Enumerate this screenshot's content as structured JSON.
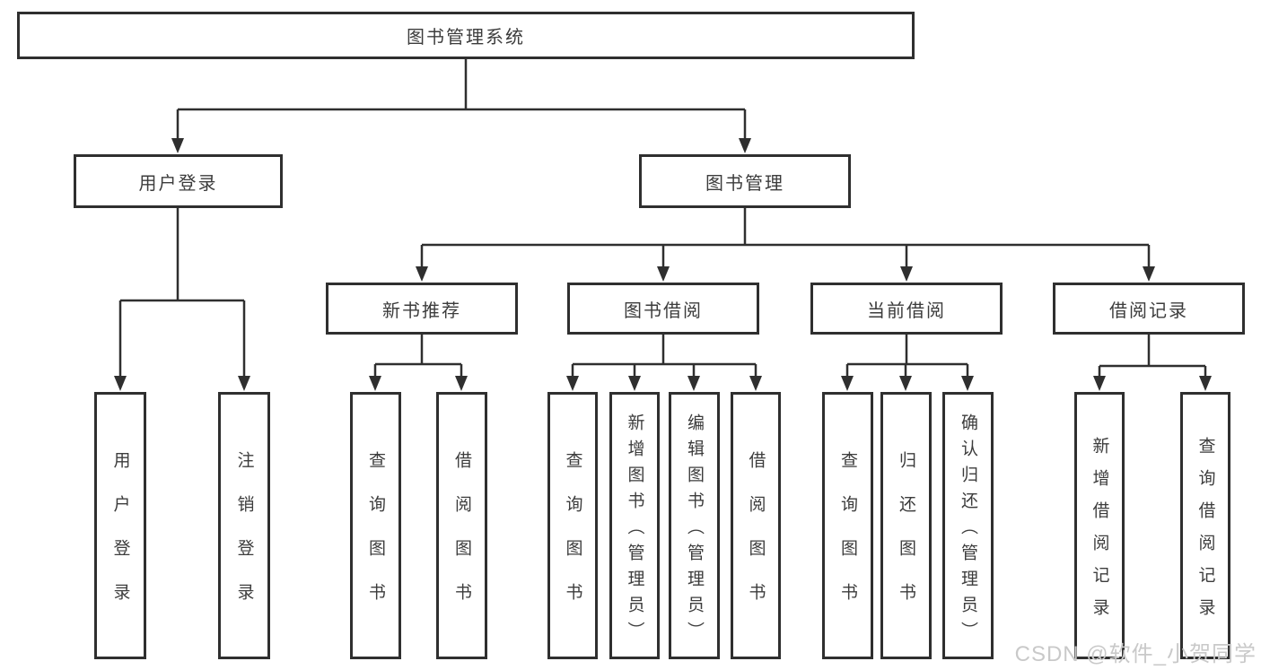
{
  "diagram": {
    "root": "图书管理系统",
    "branches": [
      {
        "label": "用户登录",
        "children": [
          {
            "label": "用户登录"
          },
          {
            "label": "注销登录"
          }
        ]
      },
      {
        "label": "图书管理",
        "children": [
          {
            "label": "新书推荐",
            "children": [
              {
                "label": "查询图书"
              },
              {
                "label": "借阅图书"
              }
            ]
          },
          {
            "label": "图书借阅",
            "children": [
              {
                "label": "查询图书"
              },
              {
                "label": "新增图书（管理员）"
              },
              {
                "label": "编辑图书（管理员）"
              },
              {
                "label": "借阅图书"
              }
            ]
          },
          {
            "label": "当前借阅",
            "children": [
              {
                "label": "查询图书"
              },
              {
                "label": "归还图书"
              },
              {
                "label": "确认归还（管理员）"
              }
            ]
          },
          {
            "label": "借阅记录",
            "children": [
              {
                "label": "新增借阅记录"
              },
              {
                "label": "查询借阅记录"
              }
            ]
          }
        ]
      }
    ]
  },
  "watermark": "CSDN @软件_小贺同学",
  "colors": {
    "line": "#2f2f2f",
    "text": "#3c3c3c",
    "background": "#ffffff",
    "watermark": "#c9c9c9"
  }
}
